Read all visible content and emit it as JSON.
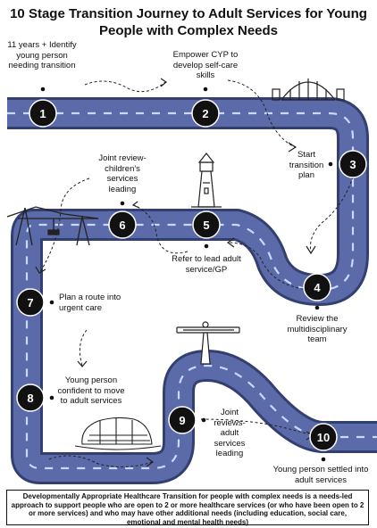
{
  "title": "10 Stage Transition Journey to Adult Services for Young People with Complex Needs",
  "colors": {
    "road": "#5b6aa8",
    "road_edge": "#33406f",
    "lane": "#c9d8ff",
    "marker": "#111111",
    "text": "#111111"
  },
  "stages": [
    {
      "number": "1",
      "label": "11 years + Identify young person needing transition"
    },
    {
      "number": "2",
      "label": "Empower CYP to develop self-care skills"
    },
    {
      "number": "3",
      "label": "Start transition plan"
    },
    {
      "number": "4",
      "label": "Review the multidisciplinary team"
    },
    {
      "number": "5",
      "label": "Refer to lead adult service/GP"
    },
    {
      "number": "6",
      "label": "Joint review- children's services leading"
    },
    {
      "number": "7",
      "label": "Plan a route into urgent care"
    },
    {
      "number": "8",
      "label": "Young person confident to move to adult services"
    },
    {
      "number": "9",
      "label": "Joint reviews- adult services leading"
    },
    {
      "number": "10",
      "label": "Young person settled into adult services"
    }
  ],
  "icons": [
    "bridge-icon",
    "lighthouse-icon",
    "transporter-bridge-icon",
    "angel-of-the-north-icon",
    "stadium-icon"
  ],
  "footer": "Developmentally Appropriate Healthcare Transition for people with complex needs is a needs-led approach to support people who are open to 2 or more healthcare services (or who have been open to 2 or more services) and who may have other additional needs (including education, social care, emotional and mental health needs)"
}
